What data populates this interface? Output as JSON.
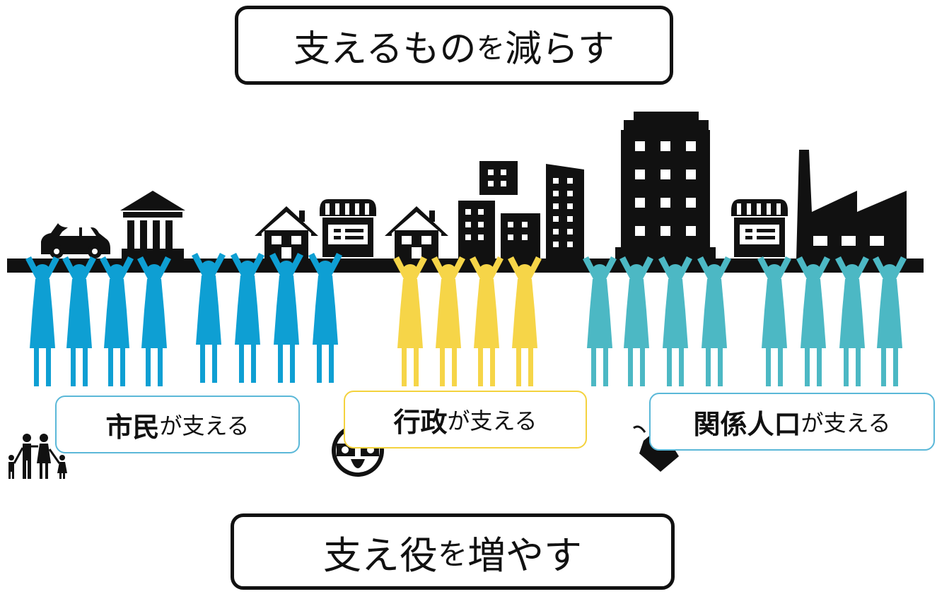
{
  "title_top": {
    "main": "支えるもの",
    "particle": "を",
    "tail": "減らす"
  },
  "title_bottom": {
    "main": "支え役",
    "particle": "を",
    "tail": "増やす"
  },
  "labels": {
    "citizens": {
      "strong": "市民",
      "weak": "が支える"
    },
    "government": {
      "strong": "行政",
      "weak": "が支える"
    },
    "related": {
      "strong": "関係人口",
      "weak": "が支える"
    }
  },
  "colors": {
    "ink": "#111111",
    "citizens_blue": "#0e9fd3",
    "government_yellow": "#f6d548",
    "related_teal": "#4cb8c4"
  },
  "icons": {
    "skyline": [
      "car-icon",
      "bank-icon",
      "house-icon",
      "shop-icon",
      "apartment-icon",
      "tower-icon",
      "factory-icon"
    ],
    "groups": [
      "family-icon",
      "city-emblem-icon",
      "tag-icon"
    ]
  }
}
